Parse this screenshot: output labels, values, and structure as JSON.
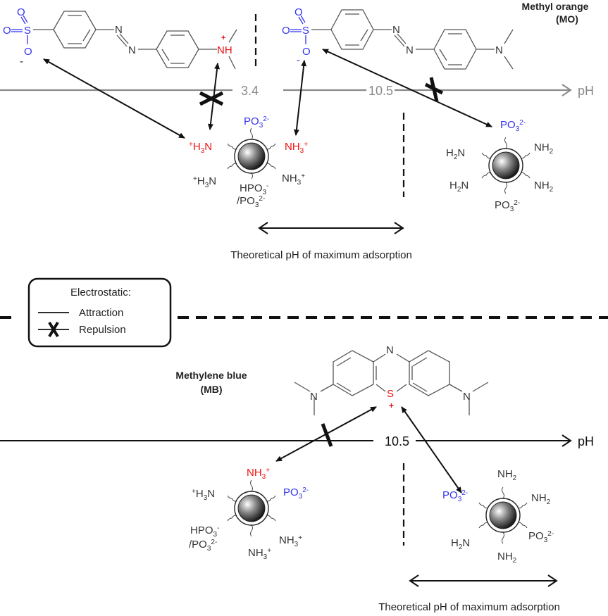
{
  "top_panel": {
    "dye_name": "Methyl orange",
    "dye_abbrev": "(MO)",
    "axis": {
      "label": "pH",
      "ticks": [
        "3.4",
        "10.5"
      ],
      "color": "#8a8a8a"
    },
    "mo_protonated": {
      "amine": "NH",
      "charge": "+"
    },
    "mo_deprotonated": {
      "amine": "N"
    },
    "sulfonate": {
      "s": "S",
      "o": "O",
      "charge": "-"
    },
    "azo": "N",
    "particle_low": {
      "ligands": [
        "PO3 2-",
        "+H3N",
        "NH3+",
        "+H3N",
        "NH3+",
        "HPO3- /PO3 2-"
      ]
    },
    "particle_high": {
      "ligands": [
        "PO3 2-",
        "H2N",
        "NH2",
        "H2N",
        "NH2",
        "PO3 2-"
      ]
    },
    "range_label": "Theoretical pH of maximum adsorption"
  },
  "legend": {
    "title": "Electrostatic:",
    "items": [
      {
        "symbol": "line",
        "label": "Attraction"
      },
      {
        "symbol": "crossed-line",
        "label": "Repulsion"
      }
    ]
  },
  "bottom_panel": {
    "dye_name": "Methylene blue",
    "dye_abbrev": "(MB)",
    "axis": {
      "label": "pH",
      "ticks": [
        "10.5"
      ],
      "color": "#111111"
    },
    "ring_n": "N",
    "ring_s": "S",
    "s_charge": "+",
    "particle_low": {
      "ligands": [
        "NH3+",
        "+H3N",
        "PO3 2-",
        "HPO3- /PO3 2-",
        "NH3+",
        "NH3+"
      ]
    },
    "particle_high": {
      "ligands": [
        "NH2",
        "PO3 2-",
        "NH2",
        "H2N",
        "PO3 2-",
        "NH2"
      ]
    },
    "range_label": "Theoretical pH of maximum adsorption"
  },
  "colors": {
    "anionic": "#3333ee",
    "cationic": "#ee1111",
    "neutral": "#222222"
  }
}
